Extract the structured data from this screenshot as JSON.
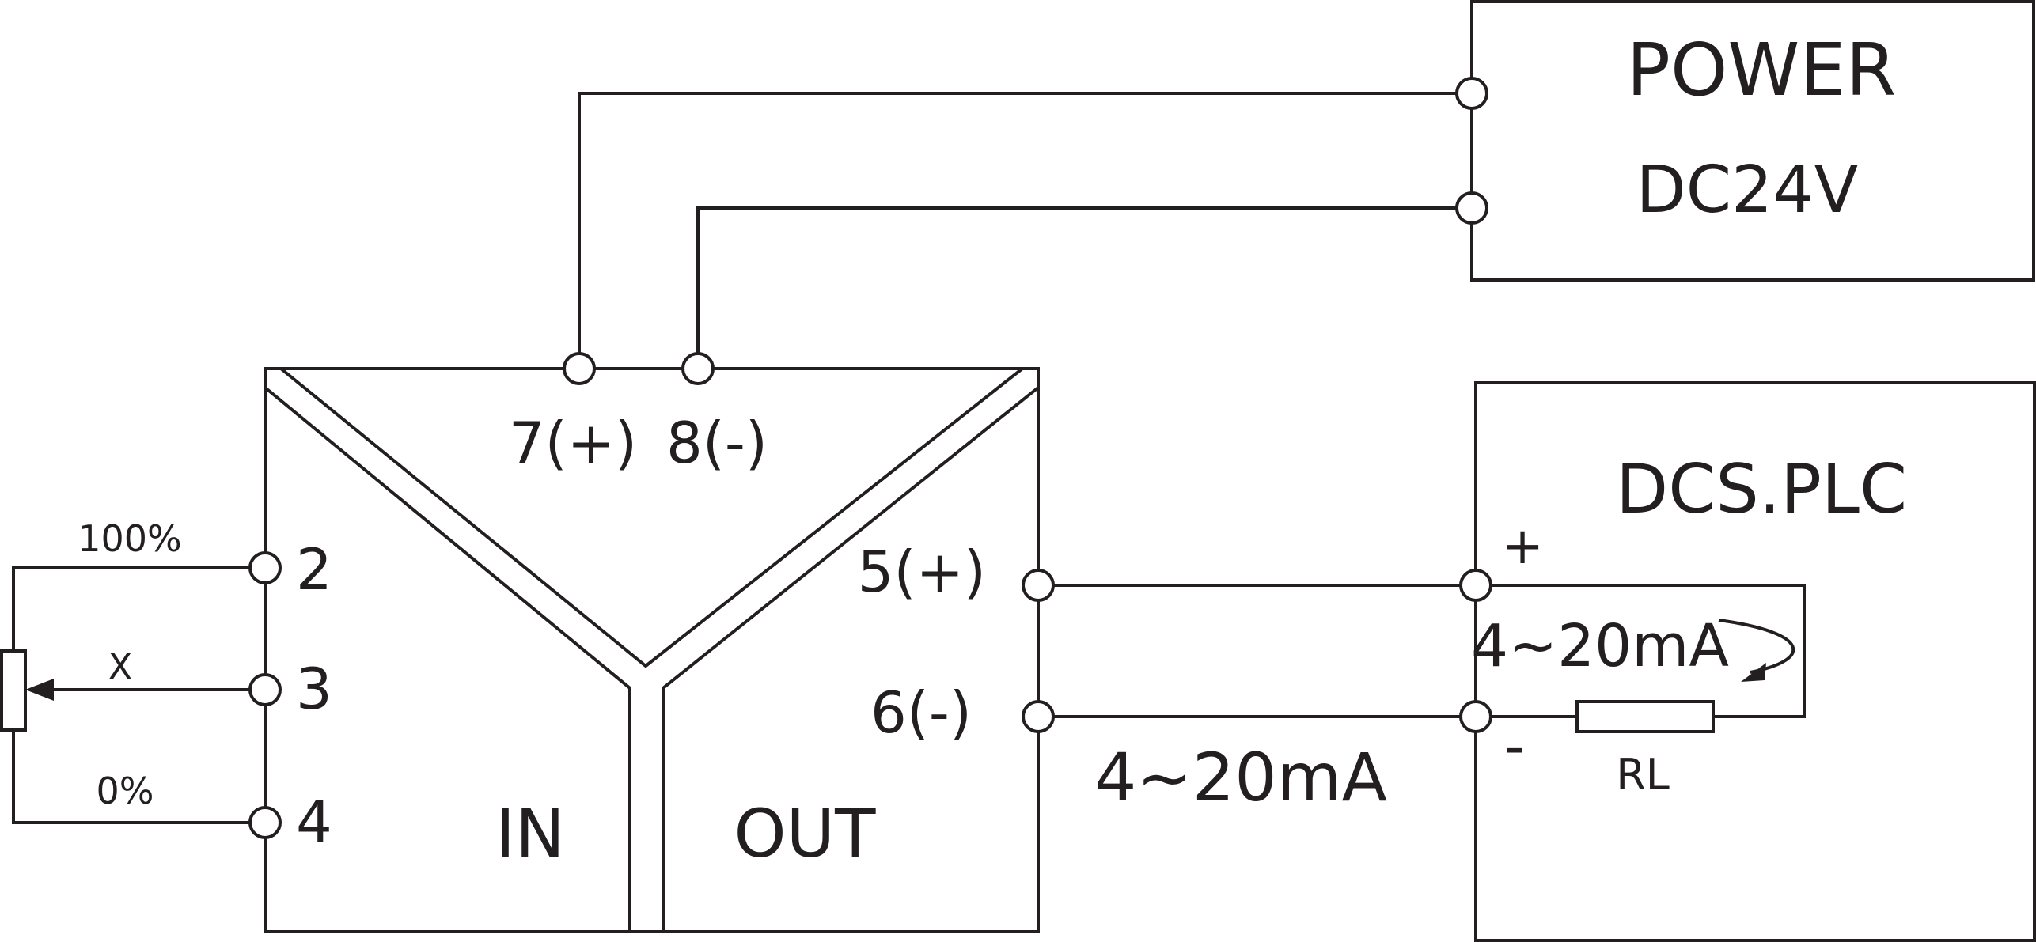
{
  "diagram": {
    "power": {
      "title": "POWER",
      "voltage": "DC24V"
    },
    "receiver": {
      "title": "DCS.PLC",
      "plus": "+",
      "minus": "-",
      "loop_current": "4~20mA",
      "load": "RL"
    },
    "module": {
      "in_label": "IN",
      "out_label": "OUT",
      "t7": "7(+)",
      "t8": "8(-)",
      "t5": "5(+)",
      "t6": "6(-)",
      "t2": "2",
      "t3": "3",
      "t4": "4"
    },
    "potentiometer": {
      "high": "100%",
      "wiper": "X",
      "low": "0%"
    },
    "output_signal": "4~20mA"
  },
  "colors": {
    "line": "#231f20",
    "background": "#ffffff"
  }
}
